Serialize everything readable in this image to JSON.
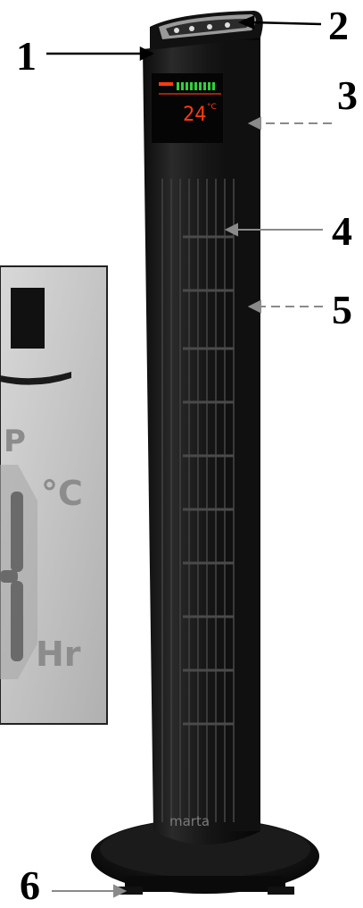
{
  "callouts": [
    "1",
    "2",
    "3",
    "4",
    "5",
    "6"
  ],
  "inset": {
    "unit_temp": "°C",
    "unit_time": "Hr",
    "mode_fragment": "P"
  },
  "display": {
    "temperature": "24",
    "temp_unit": "°C"
  },
  "brand": "marta",
  "colors": {
    "fan_body": "#1a1a1a",
    "display_red": "#ff3a10",
    "display_green": "#2fd13a"
  }
}
